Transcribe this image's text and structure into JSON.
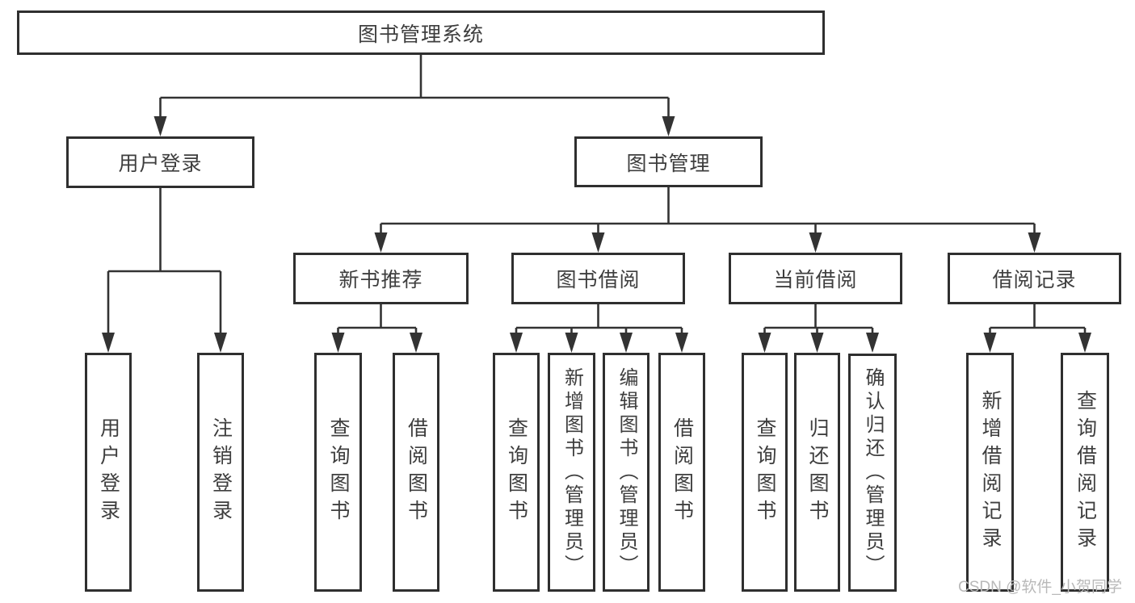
{
  "diagram": {
    "title": "图书管理系统",
    "nodes": {
      "root": "图书管理系统",
      "user_login": "用户登录",
      "book_mgmt": "图书管理",
      "new_book_rec": "新书推荐",
      "book_borrow": "图书借阅",
      "current_borrow": "当前借阅",
      "borrow_records": "借阅记录",
      "leaf_user_login": "用户登录",
      "leaf_logout": "注销登录",
      "leaf_query_book_nbr": "查询图书",
      "leaf_borrow_book_nbr": "借阅图书",
      "leaf_query_book_bb": "查询图书",
      "leaf_add_book": "新增图书（管理员）",
      "leaf_edit_book": "编辑图书（管理员）",
      "leaf_borrow_book_bb": "借阅图书",
      "leaf_query_book_cb": "查询图书",
      "leaf_return_book": "归还图书",
      "leaf_confirm_return": "确认归还（管理员）",
      "leaf_add_record": "新增借阅记录",
      "leaf_query_record": "查询借阅记录"
    },
    "hierarchy": {
      "图书管理系统": [
        "用户登录",
        "图书管理"
      ],
      "用户登录": [
        "用户登录",
        "注销登录"
      ],
      "图书管理": [
        "新书推荐",
        "图书借阅",
        "当前借阅",
        "借阅记录"
      ],
      "新书推荐": [
        "查询图书",
        "借阅图书"
      ],
      "图书借阅": [
        "查询图书",
        "新增图书（管理员）",
        "编辑图书（管理员）",
        "借阅图书"
      ],
      "当前借阅": [
        "查询图书",
        "归还图书",
        "确认归还（管理员）"
      ],
      "借阅记录": [
        "新增借阅记录",
        "查询借阅记录"
      ]
    },
    "colors": {
      "line": "#333333",
      "box_border": "#2f2f2f",
      "text": "#3e3e3e",
      "background": "#ffffff",
      "watermark": "#b9b9b9"
    }
  },
  "watermark": {
    "text": "CSDN @软件_小贺同学"
  }
}
